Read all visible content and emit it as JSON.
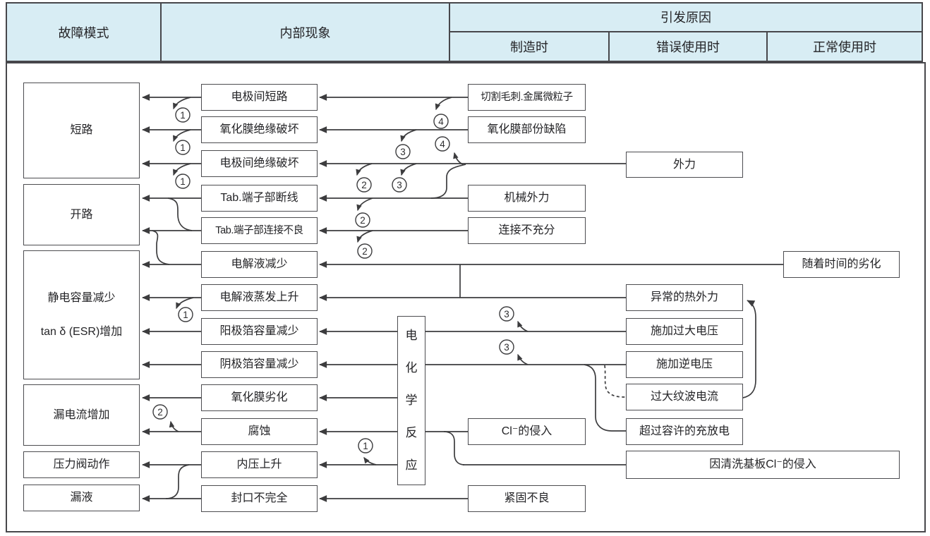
{
  "header": {
    "fault_mode": "故障模式",
    "internal_phenomenon": "内部现象",
    "trigger_cause": "引发原因",
    "sub_columns": [
      "制造时",
      "错误使用时",
      "正常使用时"
    ]
  },
  "fault_modes": [
    {
      "lines": [
        "短路"
      ]
    },
    {
      "lines": [
        "开路"
      ]
    },
    {
      "lines": [
        "静电容量减少",
        "tan δ (ESR)增加"
      ]
    },
    {
      "lines": [
        "漏电流增加"
      ]
    },
    {
      "lines": [
        "压力阀动作"
      ]
    },
    {
      "lines": [
        "漏液"
      ]
    }
  ],
  "internal_phenomena": [
    "电极间短路",
    "氧化膜绝缘破坏",
    "电极间绝缘破坏",
    "Tab.端子部断线",
    "Tab.端子部连接不良",
    "电解液减少",
    "电解液蒸发上升",
    "阳极箔容量减少",
    "阴极箔容量减少",
    "氧化膜劣化",
    "腐蚀",
    "内压上升",
    "封口不完全"
  ],
  "manufacturing_causes": [
    "切割毛刺.金属微粒子",
    "氧化膜部份缺陷",
    "机械外力",
    "连接不充分",
    "Cl⁻的侵入",
    "紧固不良"
  ],
  "misuse_causes": [
    "外力",
    "异常的热外力",
    "施加过大电压",
    "施加逆电压",
    "过大纹波电流",
    "超过容许的充放电",
    "因清洗基板Cl⁻的侵入"
  ],
  "normal_use_causes": [
    "随着时间的劣化"
  ],
  "process_box": "电化学反应",
  "ref_marks": [
    "1",
    "2",
    "3",
    "4"
  ],
  "colors": {
    "header_bg": "#d8edf4",
    "line": "#3c3c3e",
    "box_border": "#4c4c50",
    "text": "#242427"
  }
}
